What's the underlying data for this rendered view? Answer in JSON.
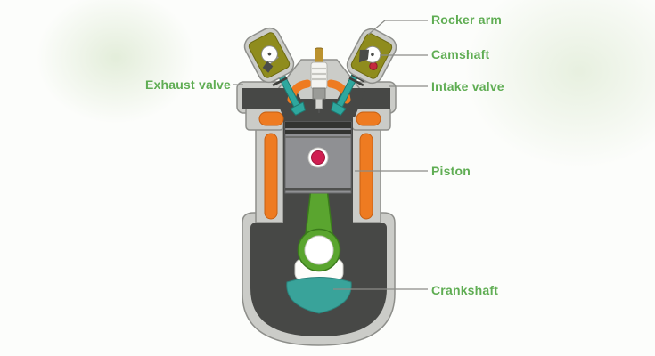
{
  "labels": {
    "rocker_arm": "Rocker arm",
    "camshaft": "Camshaft",
    "exhaust_valve": "Exhaust valve",
    "intake_valve": "Intake valve",
    "piston": "Piston",
    "crankshaft": "Crankshaft"
  },
  "colors": {
    "label_green": "#5fad53",
    "casing_gray": "#cbccc8",
    "interior_dark_gray": "#474846",
    "coolant_orange": "#ee7b21",
    "valve_teal": "#2ea79e",
    "cam_box_olive": "#8f8c1d",
    "connecting_rod_green": "#5aa52f",
    "piston_pin_red": "#d01e51",
    "leader_line_gray": "#8b8c88",
    "background": "#fcfdfb"
  }
}
